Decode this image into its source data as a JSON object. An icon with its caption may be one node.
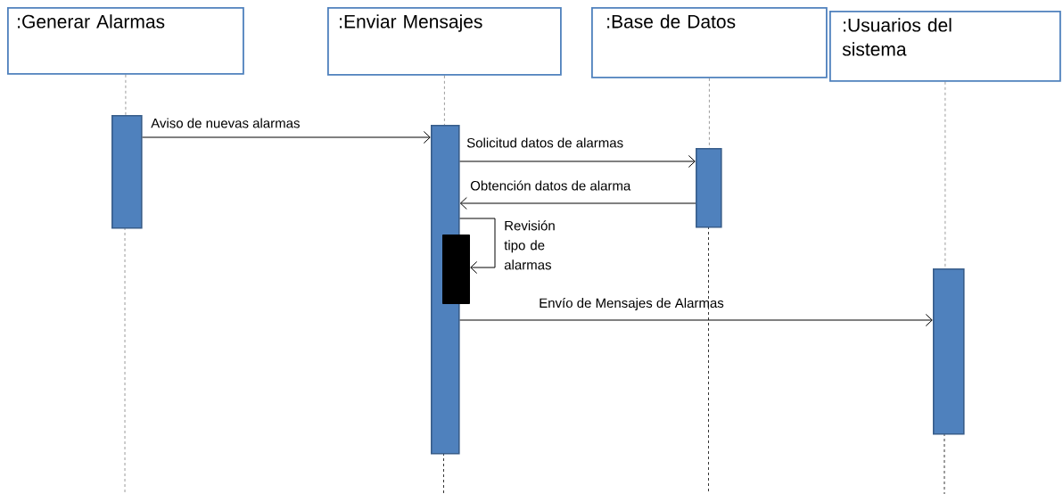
{
  "diagram": {
    "nodes": [
      {
        "text": [
          ":Generar Alarmas"
        ]
      },
      {
        "text": [
          ":Enviar Mensajes"
        ]
      },
      {
        "text": [
          ":Base de Datos"
        ]
      },
      {
        "text": [
          ":Usuarios del sistema"
        ]
      },
      {
        "text": [],
        "shape": "bar"
      },
      {
        "text": [],
        "shape": "bar"
      },
      {
        "text": [],
        "shape": "bar"
      },
      {
        "text": [],
        "shape": "bar"
      },
      {
        "text": [],
        "shape": "box"
      }
    ],
    "edges": [
      {
        "from": 0,
        "to": 4,
        "arrow": "none",
        "style": "dashed"
      },
      {
        "from": 1,
        "to": 5,
        "arrow": "none",
        "style": "dashed"
      },
      {
        "from": 2,
        "to": 6,
        "arrow": "none",
        "style": "dashed"
      },
      {
        "from": 3,
        "to": 7,
        "arrow": "none",
        "style": "dashed"
      },
      {
        "from": 4,
        "to": 5,
        "arrow": "to",
        "label": "Aviso de nuevas alarmas"
      },
      {
        "from": 5,
        "to": 6,
        "arrow": "to",
        "label": "Solicitud datos de alarmas"
      },
      {
        "from": 6,
        "to": 5,
        "arrow": "to",
        "label": "Obtención datos de alarma"
      },
      {
        "from": 5,
        "to": 8,
        "arrow": "to",
        "label": "Revisión tipo de alarmas"
      },
      {
        "from": 5,
        "to": 7,
        "arrow": "to",
        "label": "Envío de Mensajes de Alarmas"
      }
    ]
  }
}
